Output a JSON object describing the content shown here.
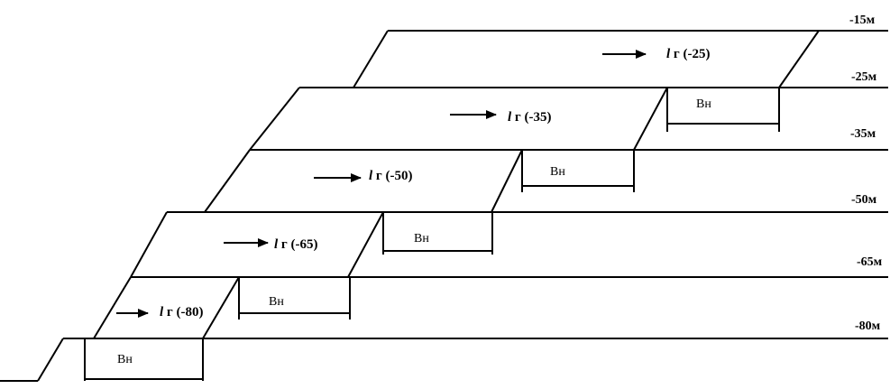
{
  "levels": [
    "-15м",
    "-25м",
    "-35м",
    "-50м",
    "-65м",
    "-80м"
  ],
  "width_label": "Вн",
  "front_symbol": "l",
  "front_labels": [
    "г (-25)",
    "г (-35)",
    "г (-50)",
    "г (-65)",
    "г (-80)"
  ]
}
